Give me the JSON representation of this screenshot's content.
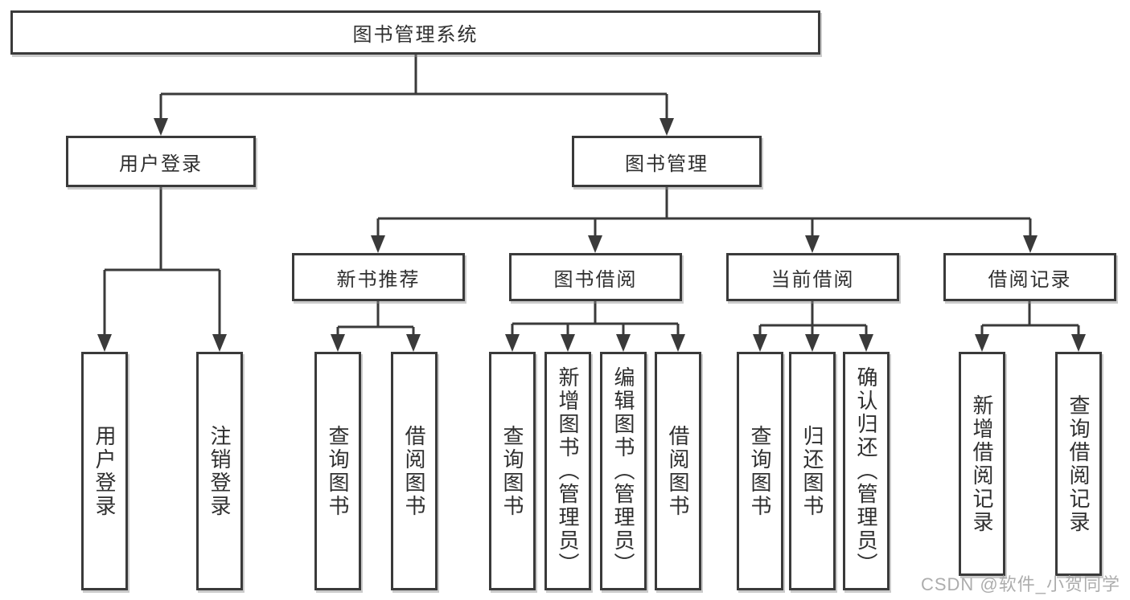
{
  "colors": {
    "line": "#3a3a3a",
    "box_border": "#3a3a3a",
    "text": "#2f2f2f",
    "watermark": "#a9a9a9",
    "background": "#ffffff"
  },
  "diagram": {
    "type": "hierarchy-tree",
    "root": {
      "label": "图书管理系统",
      "children": [
        {
          "label": "用户登录",
          "children": [
            {
              "label": "用户登录"
            },
            {
              "label": "注销登录"
            }
          ]
        },
        {
          "label": "图书管理",
          "children": [
            {
              "label": "新书推荐",
              "children": [
                {
                  "label": "查询图书"
                },
                {
                  "label": "借阅图书"
                }
              ]
            },
            {
              "label": "图书借阅",
              "children": [
                {
                  "label": "查询图书"
                },
                {
                  "label": "新增图书（管理员）"
                },
                {
                  "label": "编辑图书（管理员）"
                },
                {
                  "label": "借阅图书"
                }
              ]
            },
            {
              "label": "当前借阅",
              "children": [
                {
                  "label": "查询图书"
                },
                {
                  "label": "归还图书"
                },
                {
                  "label": "确认归还（管理员）"
                }
              ]
            },
            {
              "label": "借阅记录",
              "children": [
                {
                  "label": "新增借阅记录"
                },
                {
                  "label": "查询借阅记录"
                }
              ]
            }
          ]
        }
      ]
    }
  },
  "watermark": {
    "text": "CSDN @软件_小贺同学"
  }
}
